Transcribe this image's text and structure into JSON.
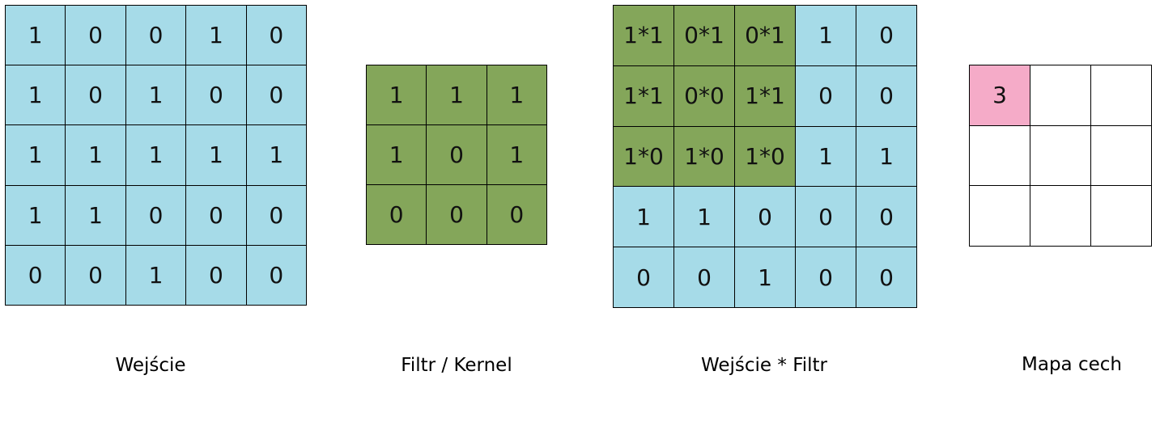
{
  "colors": {
    "input_cell": "#a6dbe8",
    "kernel_cell": "#84a65a",
    "feature_highlight": "#f5abc8",
    "feature_empty": "#ffffff"
  },
  "input": {
    "label": "Wejście",
    "rows": [
      [
        "1",
        "0",
        "0",
        "1",
        "0"
      ],
      [
        "1",
        "0",
        "1",
        "0",
        "0"
      ],
      [
        "1",
        "1",
        "1",
        "1",
        "1"
      ],
      [
        "1",
        "1",
        "0",
        "0",
        "0"
      ],
      [
        "0",
        "0",
        "1",
        "0",
        "0"
      ]
    ]
  },
  "kernel": {
    "label": "Filtr / Kernel",
    "rows": [
      [
        "1",
        "1",
        "1"
      ],
      [
        "1",
        "0",
        "1"
      ],
      [
        "0",
        "0",
        "0"
      ]
    ]
  },
  "convolution": {
    "label": "Wejście * Filtr",
    "rows": [
      [
        "1*1",
        "0*1",
        "0*1",
        "1",
        "0"
      ],
      [
        "1*1",
        "0*0",
        "1*1",
        "0",
        "0"
      ],
      [
        "1*0",
        "1*0",
        "1*0",
        "1",
        "1"
      ],
      [
        "1",
        "1",
        "0",
        "0",
        "0"
      ],
      [
        "0",
        "0",
        "1",
        "0",
        "0"
      ]
    ],
    "highlight": [
      [
        true,
        true,
        true,
        false,
        false
      ],
      [
        true,
        true,
        true,
        false,
        false
      ],
      [
        true,
        true,
        true,
        false,
        false
      ],
      [
        false,
        false,
        false,
        false,
        false
      ],
      [
        false,
        false,
        false,
        false,
        false
      ]
    ]
  },
  "feature_map": {
    "label": "Mapa cech",
    "rows": [
      [
        "3",
        "",
        ""
      ],
      [
        "",
        "",
        ""
      ],
      [
        "",
        "",
        ""
      ]
    ],
    "highlight": [
      [
        true,
        false,
        false
      ],
      [
        false,
        false,
        false
      ],
      [
        false,
        false,
        false
      ]
    ]
  }
}
